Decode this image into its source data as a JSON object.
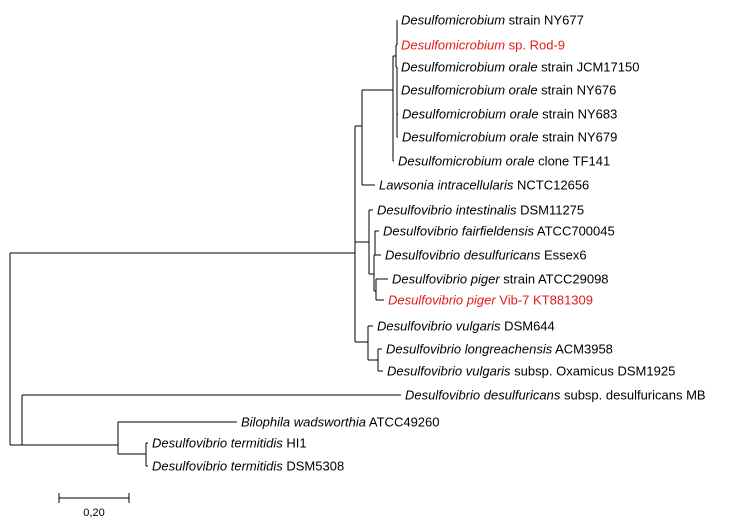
{
  "colors": {
    "branch": "#000000",
    "default_label": "#000000",
    "highlight_label": "#e41a1c"
  },
  "taxa": [
    {
      "id": "t1",
      "parts": [
        {
          "text": "Desulfomicrobium",
          "italic": true
        },
        {
          "text": " strain NY677",
          "italic": false
        }
      ],
      "highlight": false
    },
    {
      "id": "t2",
      "parts": [
        {
          "text": "Desulfomicrobium",
          "italic": true
        },
        {
          "text": " sp. Rod-9",
          "italic": false
        }
      ],
      "highlight": true
    },
    {
      "id": "t3",
      "parts": [
        {
          "text": "Desulfomicrobium orale",
          "italic": true
        },
        {
          "text": " strain JCM17150",
          "italic": false
        }
      ],
      "highlight": false
    },
    {
      "id": "t4",
      "parts": [
        {
          "text": "Desulfomicrobium orale",
          "italic": true
        },
        {
          "text": " strain NY676",
          "italic": false
        }
      ],
      "highlight": false
    },
    {
      "id": "t5",
      "parts": [
        {
          "text": "Desulfomicrobium orale",
          "italic": true
        },
        {
          "text": " strain NY683",
          "italic": false
        }
      ],
      "highlight": false
    },
    {
      "id": "t6",
      "parts": [
        {
          "text": "Desulfomicrobium orale",
          "italic": true
        },
        {
          "text": " strain NY679",
          "italic": false
        }
      ],
      "highlight": false
    },
    {
      "id": "t7",
      "parts": [
        {
          "text": "Desulfomicrobium orale",
          "italic": true
        },
        {
          "text": " clone TF141",
          "italic": false
        }
      ],
      "highlight": false
    },
    {
      "id": "t8",
      "parts": [
        {
          "text": "Lawsonia intracellularis",
          "italic": true
        },
        {
          "text": " NCTC12656",
          "italic": false
        }
      ],
      "highlight": false
    },
    {
      "id": "t9",
      "parts": [
        {
          "text": "Desulfovibrio intestinalis",
          "italic": true
        },
        {
          "text": " DSM11275",
          "italic": false
        }
      ],
      "highlight": false
    },
    {
      "id": "t10",
      "parts": [
        {
          "text": "Desulfovibrio fairfieldensis",
          "italic": true
        },
        {
          "text": " ATCC700045",
          "italic": false
        }
      ],
      "highlight": false
    },
    {
      "id": "t11",
      "parts": [
        {
          "text": "Desulfovibrio desulfuricans",
          "italic": true
        },
        {
          "text": " Essex6",
          "italic": false
        }
      ],
      "highlight": false
    },
    {
      "id": "t12",
      "parts": [
        {
          "text": "Desulfovibrio piger",
          "italic": true
        },
        {
          "text": " strain ATCC29098",
          "italic": false
        }
      ],
      "highlight": false
    },
    {
      "id": "t13",
      "parts": [
        {
          "text": "Desulfovibrio piger",
          "italic": true
        },
        {
          "text": " Vib-7 KT881309",
          "italic": false
        }
      ],
      "highlight": true
    },
    {
      "id": "t14",
      "parts": [
        {
          "text": "Desulfovibrio vulgaris",
          "italic": true
        },
        {
          "text": " DSM644",
          "italic": false
        }
      ],
      "highlight": false
    },
    {
      "id": "t15",
      "parts": [
        {
          "text": "Desulfovibrio longreachensis",
          "italic": true
        },
        {
          "text": " ACM3958",
          "italic": false
        }
      ],
      "highlight": false
    },
    {
      "id": "t16",
      "parts": [
        {
          "text": "Desulfovibrio vulgaris",
          "italic": true
        },
        {
          "text": " subsp. Oxamicus DSM1925",
          "italic": false
        }
      ],
      "highlight": false
    },
    {
      "id": "t17",
      "parts": [
        {
          "text": "Desulfovibrio desulfuricans",
          "italic": true
        },
        {
          "text": " subsp. desulfuricans MB",
          "italic": false
        }
      ],
      "highlight": false
    },
    {
      "id": "t18",
      "parts": [
        {
          "text": "Bilophila wadsworthia",
          "italic": true
        },
        {
          "text": " ATCC49260",
          "italic": false
        }
      ],
      "highlight": false
    },
    {
      "id": "t19",
      "parts": [
        {
          "text": "Desulfovibrio termitidis",
          "italic": true
        },
        {
          "text": " HI1",
          "italic": false
        }
      ],
      "highlight": false
    },
    {
      "id": "t20",
      "parts": [
        {
          "text": "Desulfovibrio termitidis",
          "italic": true
        },
        {
          "text": " DSM5308",
          "italic": false
        }
      ],
      "highlight": false
    }
  ],
  "scale_bar": {
    "value": 0.2,
    "label": "0,20"
  }
}
